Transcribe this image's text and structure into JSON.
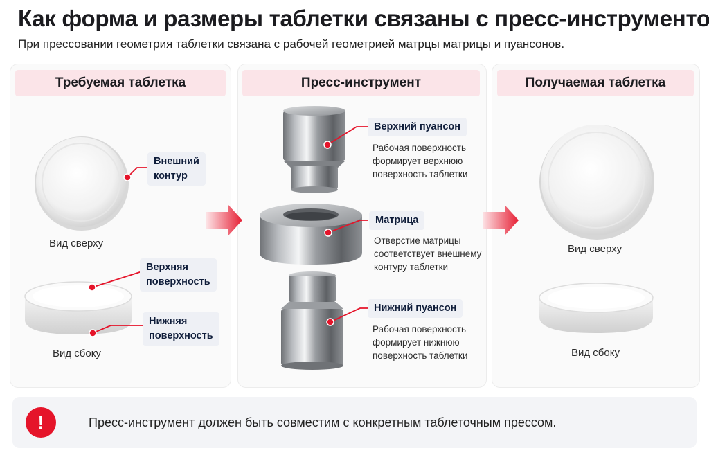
{
  "title": "Как форма и размеры таблетки связаны с пресс-инструментом",
  "subtitle": "При прессовании геометрия таблетки связана с рабочей геометрией матрцы матрицы и пуансонов.",
  "panels": {
    "required": {
      "header": "Требуемая таблетка",
      "outer_contour": [
        "Внешний",
        "контур"
      ],
      "top_view": "Вид сверху",
      "upper_surface": [
        "Верхняя",
        "поверхность"
      ],
      "lower_surface": [
        "Нижняя",
        "поверхность"
      ],
      "side_view": "Вид сбоку"
    },
    "tool": {
      "header": "Пресс-инструмент",
      "upper_punch": {
        "label": "Верхний пуансон",
        "desc": [
          "Рабочая поверхность",
          "формирует верхнюю",
          "поверхность таблетки"
        ]
      },
      "die": {
        "label": "Матрица",
        "desc": [
          "Отверстие матрицы",
          "соответствует внешнему",
          "контуру таблетки"
        ]
      },
      "lower_punch": {
        "label": "Нижний пуансон",
        "desc": [
          "Рабочая поверхность",
          "формирует нижнюю",
          "поверхность таблетки"
        ]
      }
    },
    "result": {
      "header": "Получаемая таблетка",
      "top_view": "Вид сверху",
      "side_view": "Вид сбоку"
    }
  },
  "note": {
    "icon": "exclamation-icon",
    "text": "Пресс-инструмент должен быть совместим с конкретным таблеточным прессом."
  },
  "colors": {
    "accent": "#e5142a",
    "header_bg": "#fbe4e8",
    "label_bg": "#eef0f5",
    "note_bg": "#f3f4f7"
  }
}
